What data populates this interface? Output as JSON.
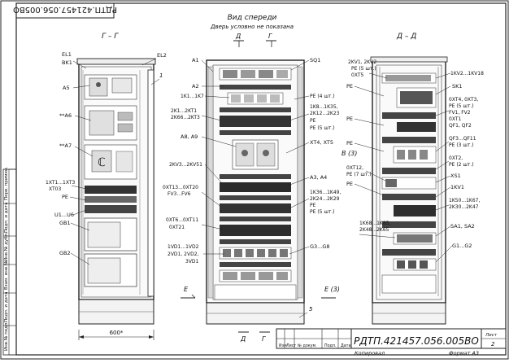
{
  "stamp": {
    "top_left_code": "РДТП.421457.056.005ВО",
    "code": "РДТП.421457.056.005ВО",
    "sheet_label": "Лист",
    "sheet_number": "2",
    "copied": "Копировал",
    "format": "Формат А3",
    "columns": [
      "Изм",
      "Лист",
      "№ докум.",
      "Подп.",
      "Дата"
    ]
  },
  "side_columns": [
    "Инв.№ подл.",
    "Подп. и дата",
    "Взам. инв.№",
    "Инв.№ дубл.",
    "Подп. и дата",
    "Перв. примен."
  ],
  "views": {
    "left_title": "Г – Г",
    "center_title": "Вид спереди",
    "center_subtitle": "Дверь условно не показана",
    "center_d": "Д",
    "center_g": "Г",
    "right_title": "Д – Д",
    "width_dim": "600*",
    "section_e_left": "Е",
    "section_e_right": "Е (3)",
    "section_d_bottom": "Д",
    "section_g_bottom": "Г",
    "section_v": "В (3)"
  },
  "left_labels": {
    "el1": "EL1",
    "bk1": "BK1",
    "el2": "EL2",
    "n1": "1",
    "a5": "A5",
    "a6": "**A6",
    "a7": "**A7",
    "xt1": "1XT1...1XT3",
    "xt03": "XT03",
    "pe": "PE",
    "u1": "U1...U6",
    "gb1": "GB1",
    "gb2": "GB2"
  },
  "center_labels": {
    "a1": "A1",
    "sq1": "SQ1",
    "a2": "A2",
    "k1k7": "1K1...1K7",
    "k1kt1": "2K1...2KT1",
    "k66": "2K66...2KT3",
    "a8a9": "A8, A9",
    "kv3": "2KV3...2KV51",
    "xt13": "0XT13...0XT20",
    "fv3": "FV3...FV6",
    "xt6": "0XT6...0XT11",
    "xt21": "0XT21",
    "vd1": "1VD1...1VD2",
    "vd2": "2VD1, 2VD2,",
    "vd3": "3VD1",
    "pe4": "PE (4 шт.)",
    "k8": "1K8...1K35,",
    "k12": "2K12...2K23",
    "pe_c1": "PE",
    "pe5a": "PE (5 шт.)",
    "xt4": "XT4, XT5",
    "a3a4": "A3, A4",
    "k36": "1K36...1K49,",
    "k24": "2K24...2K29",
    "pe_c2": "PE",
    "pe5b": "PE (5 шт.)",
    "g3g8": "G3...G8",
    "n5": "5"
  },
  "right_labels": {
    "kv1": "2KV1, 2KV2",
    "pe5r": "PE (5 шт.)",
    "xt5": "0XT5",
    "kv2": "1KV2...1KV18",
    "sk1": "SK1",
    "pe_r1": "PE",
    "xt4": "0XT4, 0XT3,",
    "pe5c": "PE (5 шт.)",
    "fv1": "FV1, FV2",
    "xt1": "0XT1",
    "qf1": "QF1, QF2",
    "pe_r2": "PE",
    "qf3": "QF3...QF11",
    "pe3": "PE (3 шт.)",
    "pe_r3": "PE",
    "xt2": "0XT2,",
    "pe2": "PE (2 шт.)",
    "xt12": "0XT12,",
    "pe7": "PE (7 шт.)",
    "xs1": "XS1",
    "pe_r4": "PE",
    "kv1b": "1KV1",
    "k50": "1K50...1K67,",
    "k30": "2K30...2K47",
    "k68": "1K68...1K85,",
    "k48": "2K48...2K65",
    "sa1": "SA1, SA2",
    "g1g2": "G1...G2"
  }
}
